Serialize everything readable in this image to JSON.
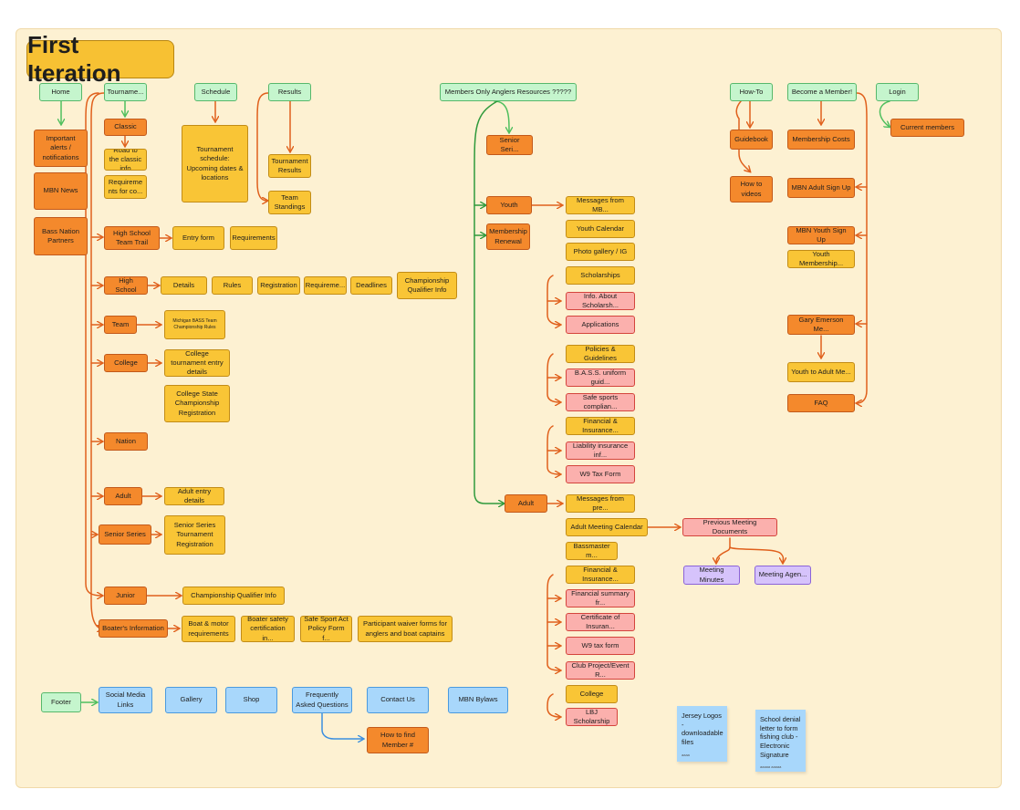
{
  "title": "First Iteration",
  "colors": {
    "board": "#fdf1d2",
    "title_bg": "#f7c133",
    "green": "#c5f5cd",
    "orange": "#f4892c",
    "yellow": "#f9c536",
    "pink": "#fbb0ad",
    "blue": "#a8d7fb",
    "purple": "#d6c3fb"
  },
  "nav": {
    "home": "Home",
    "tournaments": "Tourname...",
    "schedule": "Schedule",
    "results": "Results",
    "members": "Members Only Anglers Resources ?????",
    "howto": "How-To",
    "become": "Become a Member!",
    "login": "Login"
  },
  "home": {
    "alerts": "Important alerts / notifications",
    "news": "MBN News",
    "partners": "Bass Nation Partners"
  },
  "tournaments": {
    "classic": "Classic",
    "road": "Road to the classic info",
    "requirements": "Requireme nts for co...",
    "hs_trail": "High School Team Trail",
    "entry_form": "Entry form",
    "trail_requirements": "Requirements",
    "high_school": "High School",
    "hs_details": "Details",
    "hs_rules": "Rules",
    "hs_registration": "Registration",
    "hs_requirements": "Requireme...",
    "hs_deadlines": "Deadlines",
    "hs_championship": "Championship Qualifier Info",
    "team": "Team",
    "team_rules": "Michigan BASS Team Championship Rules",
    "college": "College",
    "college_entry": "College tournament entry details",
    "college_state": "College State Championship Registration",
    "nation": "Nation",
    "adult": "Adult",
    "adult_entry": "Adult entry details",
    "senior": "Senior Series",
    "senior_reg": "Senior Series Tournament Registration",
    "junior": "Junior",
    "junior_champ": "Championship Qualifier Info",
    "boaters": "Boater's Information",
    "boat_motor": "Boat & motor requirements",
    "boater_safety": "Boater safety certification in...",
    "safe_sport": "Safe Sport Act Policy Form f...",
    "waiver": "Participant waiver forms for anglers and boat captains"
  },
  "schedule": {
    "info": "Tournament schedule: Upcoming dates & locations"
  },
  "results": {
    "tournament_results": "Tournament Results",
    "team_standings": "Team Standings"
  },
  "members": {
    "senior": "Senior Seri...",
    "youth": "Youth",
    "renewal": "Membership Renewal",
    "youth_messages": "Messages from MB...",
    "youth_calendar": "Youth Calendar",
    "photo_gallery": "Photo gallery / IG",
    "scholarships": "Scholarships",
    "scholarship_info": "Info. About Scholarsh...",
    "applications": "Applications",
    "policies": "Policies & Guidelines",
    "uniform": "B.A.S.S. uniform guid...",
    "safe_sports": "Safe sports complian...",
    "financial": "Financial & Insurance...",
    "liability": "Liability insurance inf...",
    "w9": "W9 Tax Form",
    "adult": "Adult",
    "adult_messages": "Messages from pre...",
    "adult_calendar": "Adult Meeting Calendar",
    "prev_docs": "Previous Meeting Documents",
    "minutes": "Meeting Minutes",
    "agenda": "Meeting Agen...",
    "bassmaster": "Bassmaster m...",
    "adult_financial": "Financial & Insurance...",
    "financial_summary": "Financial summary fr...",
    "certificate": "Certificate of Insuran...",
    "adult_w9": "W9 tax form",
    "club_project": "Club Project/Event R...",
    "college": "College",
    "lbj": "LBJ Scholarship"
  },
  "howto": {
    "guidebook": "Guidebook",
    "videos": "How to videos"
  },
  "become": {
    "costs": "Membership Costs",
    "adult_signup": "MBN Adult Sign Up",
    "youth_signup": "MBN Youth Sign Up",
    "youth_membership": "Youth Membership...",
    "gary": "Gary Emerson Me...",
    "youth_to_adult": "Youth to Adult Me...",
    "faq": "FAQ"
  },
  "login": {
    "current": "Current members"
  },
  "footer": {
    "footer": "Footer",
    "social": "Social Media Links",
    "gallery": "Gallery",
    "shop": "Shop",
    "faq": "Frequently Asked Questions",
    "find_member": "How to find Member #",
    "contact": "Contact Us",
    "bylaws": "MBN Bylaws"
  },
  "notes": {
    "jersey": "Jersey Logos - downloadable files",
    "jersey_sub": "aaaa",
    "school": "School denial letter to form fishing club - Electronic Signature",
    "school_sub": "aaaaa aaaaa"
  }
}
